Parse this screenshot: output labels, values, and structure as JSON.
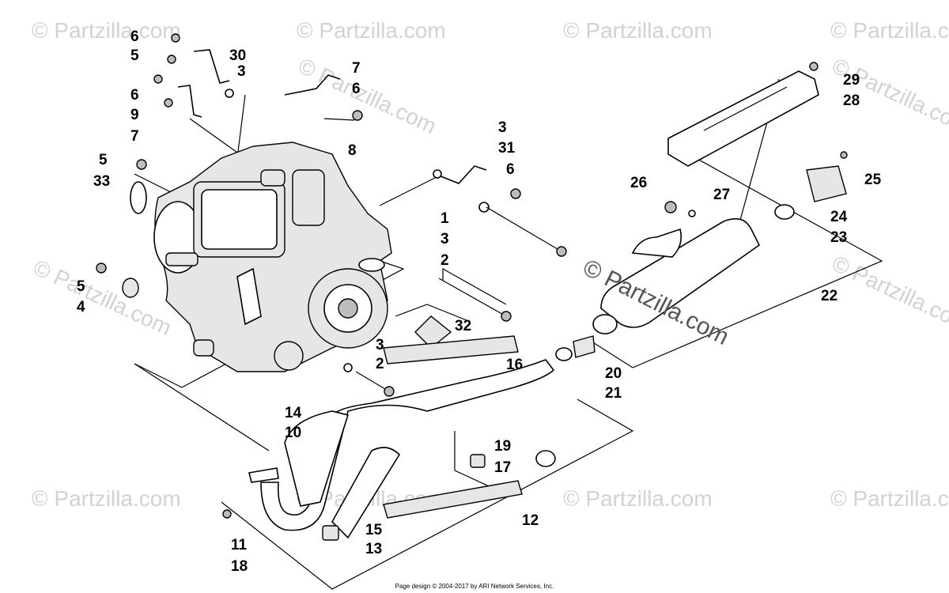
{
  "watermark": {
    "text": "© Partzilla.com",
    "main_text": "© Partzilla.com"
  },
  "footer": {
    "text": "Page design © 2004-2017 by ARI Network Services, Inc."
  },
  "callouts": [
    {
      "id": "c1",
      "text": "6"
    },
    {
      "id": "c2",
      "text": "5"
    },
    {
      "id": "c3",
      "text": "30"
    },
    {
      "id": "c4",
      "text": "3"
    },
    {
      "id": "c5",
      "text": "7"
    },
    {
      "id": "c6",
      "text": "6"
    },
    {
      "id": "c7",
      "text": "6"
    },
    {
      "id": "c8",
      "text": "9"
    },
    {
      "id": "c9",
      "text": "7"
    },
    {
      "id": "c10",
      "text": "8"
    },
    {
      "id": "c11",
      "text": "5"
    },
    {
      "id": "c12",
      "text": "33"
    },
    {
      "id": "c13",
      "text": "3"
    },
    {
      "id": "c14",
      "text": "31"
    },
    {
      "id": "c15",
      "text": "6"
    },
    {
      "id": "c16",
      "text": "1"
    },
    {
      "id": "c17",
      "text": "3"
    },
    {
      "id": "c18",
      "text": "2"
    },
    {
      "id": "c19",
      "text": "5"
    },
    {
      "id": "c20",
      "text": "4"
    },
    {
      "id": "c21",
      "text": "32"
    },
    {
      "id": "c22",
      "text": "3"
    },
    {
      "id": "c23",
      "text": "2"
    },
    {
      "id": "c24",
      "text": "16"
    },
    {
      "id": "c25",
      "text": "29"
    },
    {
      "id": "c26",
      "text": "28"
    },
    {
      "id": "c27",
      "text": "25"
    },
    {
      "id": "c28",
      "text": "26"
    },
    {
      "id": "c29",
      "text": "27"
    },
    {
      "id": "c30",
      "text": "24"
    },
    {
      "id": "c31",
      "text": "23"
    },
    {
      "id": "c32",
      "text": "22"
    },
    {
      "id": "c33",
      "text": "20"
    },
    {
      "id": "c34",
      "text": "21"
    },
    {
      "id": "c35",
      "text": "14"
    },
    {
      "id": "c36",
      "text": "10"
    },
    {
      "id": "c37",
      "text": "19"
    },
    {
      "id": "c38",
      "text": "17"
    },
    {
      "id": "c39",
      "text": "12"
    },
    {
      "id": "c40",
      "text": "15"
    },
    {
      "id": "c41",
      "text": "13"
    },
    {
      "id": "c42",
      "text": "11"
    },
    {
      "id": "c43",
      "text": "18"
    }
  ]
}
